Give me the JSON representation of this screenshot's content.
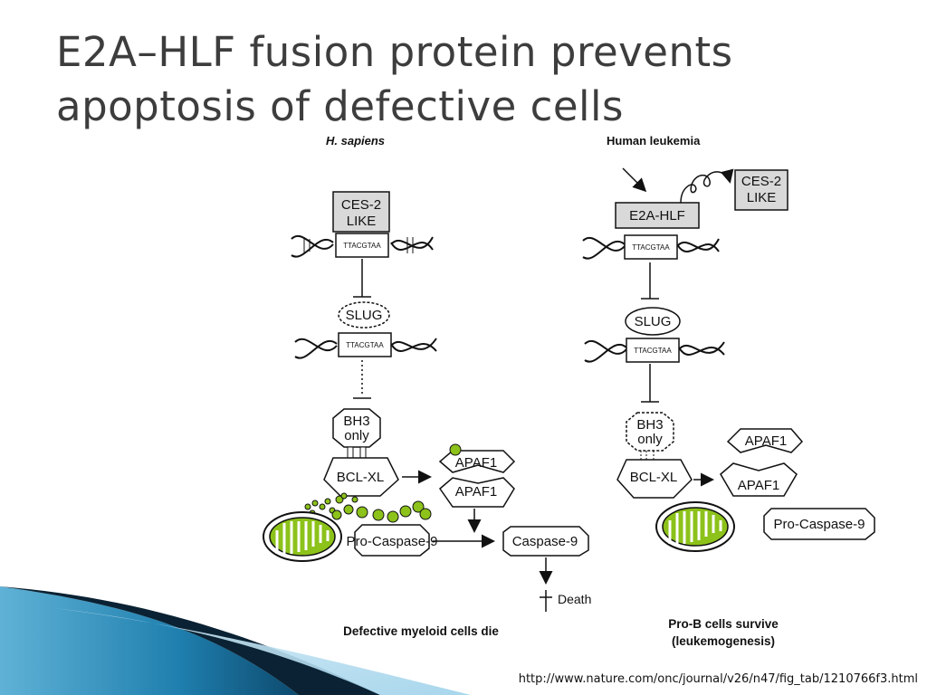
{
  "slide": {
    "title_line1": "E2A–HLF fusion protein prevents",
    "title_line2": "apoptosis of defective cells",
    "source_url": "http://www.nature.com/onc/journal/v26/n47/fig_tab/1210766f3.html"
  },
  "left_panel": {
    "header": "H. sapiens",
    "ces2_line1": "CES-2",
    "ces2_line2": "LIKE",
    "dna_seq": "TTACGTAA",
    "slug": "SLUG",
    "dna_seq2": "TTACGTAA",
    "bh3_line1": "BH3",
    "bh3_line2": "only",
    "bclxl": "BCL-XL",
    "apaf1_top": "APAF1",
    "apaf1_bottom": "APAF1",
    "pro_caspase": "Pro-Caspase-9",
    "caspase": "Caspase-9",
    "death": "Death",
    "caption": "Defective myeloid cells die"
  },
  "right_panel": {
    "header": "Human leukemia",
    "e2a_hlf": "E2A-HLF",
    "ces2_line1": "CES-2",
    "ces2_line2": "LIKE",
    "dna_seq": "TTACGTAA",
    "slug": "SLUG",
    "dna_seq2": "TTACGTAA",
    "bh3_line1": "BH3",
    "bh3_line2": "only",
    "bclxl": "BCL-XL",
    "apaf1_top": "APAF1",
    "apaf1_bottom": "APAF1",
    "pro_caspase": "Pro-Caspase-9",
    "caption_line1": "Pro-B cells survive",
    "caption_line2": "(leukemogenesis)"
  },
  "colors": {
    "title": "#3d3d3d",
    "mitochondria_green": "#8cc21a",
    "box_gray": "#d9d9d9",
    "wave_dark": "#0d4a6e",
    "wave_light": "#5fb2d6"
  }
}
